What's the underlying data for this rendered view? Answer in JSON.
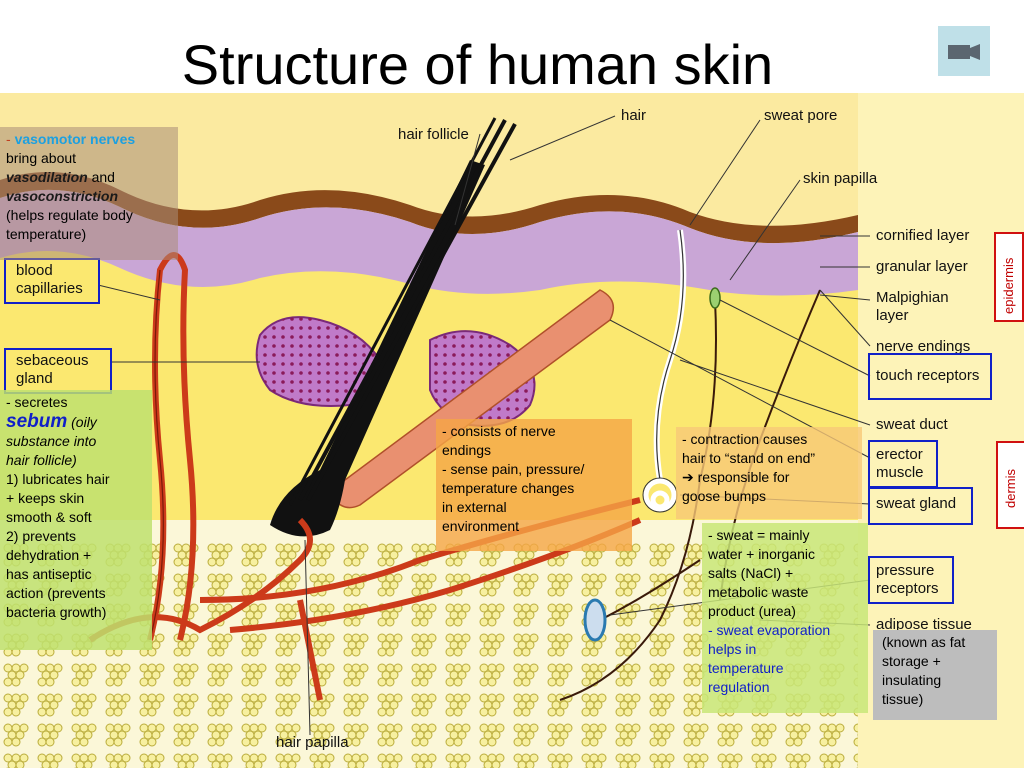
{
  "title": "Structure of human skin",
  "labels": {
    "hair_follicle": "hair follicle",
    "hair": "hair",
    "sweat_pore": "sweat pore",
    "skin_papilla": "skin papilla",
    "cornified_layer": "cornified layer",
    "granular_layer": "granular layer",
    "malpighian_layer_1": "Malpighian",
    "malpighian_layer_2": "layer",
    "nerve_endings": "nerve endings",
    "touch_receptors": "touch receptors",
    "sweat_duct": "sweat duct",
    "erector_muscle_1": "erector",
    "erector_muscle_2": "muscle",
    "sweat_gland": "sweat gland",
    "pressure_receptors_1": "pressure",
    "pressure_receptors_2": "receptors",
    "adipose_tissue": "adipose tissue",
    "hair_papilla": "hair papilla",
    "blood_capillaries_1": "blood",
    "blood_capillaries_2": "capillaries",
    "sebaceous_gland_1": "sebaceous",
    "sebaceous_gland_2": "gland",
    "epidermis": "epidermis",
    "dermis": "dermis"
  },
  "notes": {
    "vasomotor": {
      "dash": "- ",
      "term": "vasomotor nerves",
      "line2": "bring about",
      "vasodilation": "vasodilation",
      "and": " and",
      "vasoconstriction": "vasoconstriction",
      "line5": "(helps regulate body",
      "line6": "temperature)"
    },
    "sebum": {
      "line1": "- secretes",
      "term": "sebum",
      "paren1": " (oily",
      "paren2": "substance into",
      "paren3": "hair follicle)",
      "p1a": "1) lubricates hair",
      "p1b": "+ keeps skin",
      "p1c": "smooth & soft",
      "p2a": "2) prevents",
      "p2b": "dehydration +",
      "p2c": "has antiseptic",
      "p2d": "action (prevents",
      "p2e": "bacteria growth)"
    },
    "nerve": {
      "l1": "- consists of nerve",
      "l2": "endings",
      "l3": "- sense pain, pressure/",
      "l4": "temperature changes",
      "l5": "in external",
      "l6": "environment"
    },
    "erector": {
      "l1": "- contraction causes",
      "l2": "hair to “stand on end”",
      "l3": "➔ responsible for",
      "l4": "goose bumps"
    },
    "sweat": {
      "l1": "- sweat = mainly",
      "l2": "water + inorganic",
      "l3": "salts (NaCl) +",
      "l4": "metabolic waste",
      "l5": "product (urea)",
      "l6": "- sweat evaporation",
      "l7": "helps in",
      "l8": "temperature",
      "l9": "regulation"
    },
    "adipose": {
      "l1": "(known as fat",
      "l2": "storage +",
      "l3": "insulating",
      "l4": "tissue)"
    }
  },
  "colors": {
    "epidermis_purple": "#c9a6d6",
    "dermis_yellow": "#fbe870",
    "fat_pale": "#fbf7d8",
    "label_yellow": "#fdf08a",
    "blood": "#cc3a1a",
    "box_blue": "#1020c8",
    "side_red": "#d01010",
    "note_orange": "#f5b14a",
    "note_green": "#c8e67a",
    "note_gray": "#bdbdbd"
  },
  "icons": {
    "camera": "camera-icon"
  }
}
